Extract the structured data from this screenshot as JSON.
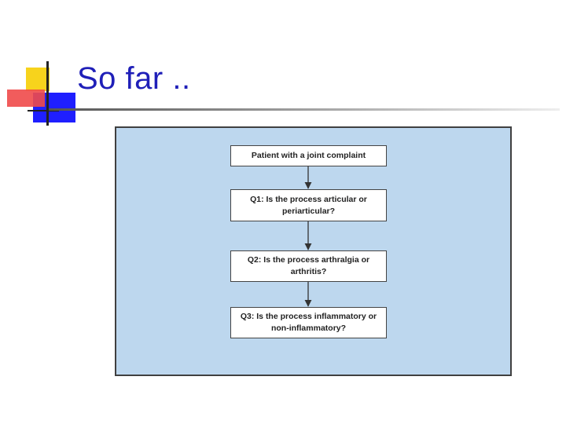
{
  "slide": {
    "title": "So far .."
  },
  "flowchart": {
    "nodes": [
      {
        "id": "n0",
        "text": "Patient with a joint complaint"
      },
      {
        "id": "n1",
        "text": "Q1: Is the process articular or periarticular?"
      },
      {
        "id": "n2",
        "text": "Q2: Is the process arthralgia or arthritis?"
      },
      {
        "id": "n3",
        "text": "Q3: Is the process inflammatory or non-inflammatory?"
      }
    ],
    "edges": [
      {
        "from": "n0",
        "to": "n1"
      },
      {
        "from": "n1",
        "to": "n2"
      },
      {
        "from": "n2",
        "to": "n3"
      }
    ],
    "colors": {
      "panel_background": "#bdd7ee",
      "node_background": "#ffffff",
      "border": "#404040",
      "title_text": "#1f1fb8"
    }
  }
}
